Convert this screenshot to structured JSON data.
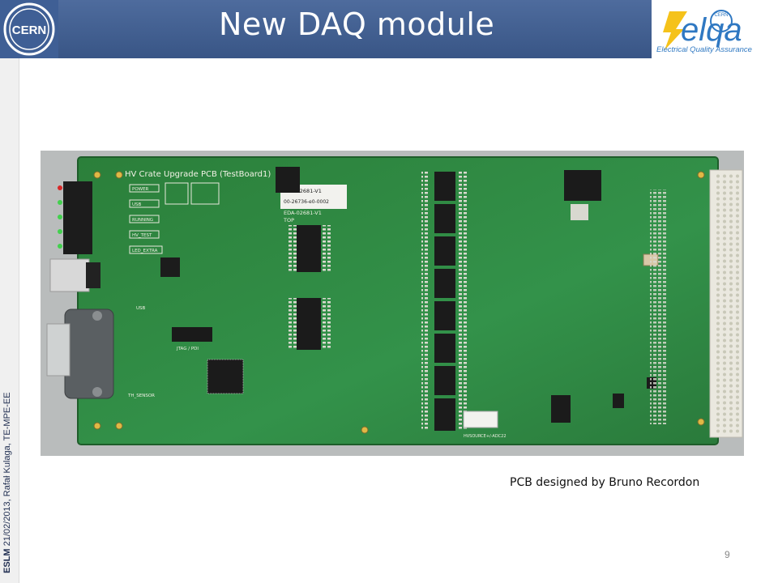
{
  "slide": {
    "title": "New DAQ module",
    "caption": "PCB designed by Bruno Recordon",
    "page_number": "9",
    "footer": {
      "event": "ESLM",
      "text": " 21/02/2013,  Rafał Kulaga, TE-MPE-EE"
    }
  },
  "logos": {
    "left": {
      "icon": "cern-logo-icon",
      "text": "CERN"
    },
    "right": {
      "icon": "elqa-logo-icon",
      "word": "elqa",
      "cern_text": "CERN",
      "tagline": "Electrical Quality Assurance"
    }
  },
  "pcb": {
    "board_title": "HV Crate Upgrade PCB (TestBoard1)",
    "part_number": "EDA-02681-V1",
    "part_code": "00-26736-e0-0002",
    "part_number_2": "EDA-02681-V1",
    "side": "TOP",
    "led_labels": [
      "POWER",
      "USB",
      "RUNNING",
      "HV_TEST",
      "LED_EXTRA"
    ],
    "labels": {
      "usb": "USB",
      "jtag": "JTAG / PDI",
      "th_sensor": "TH_SENSOR",
      "hv_source": "HVSOURCE+/-ADC22"
    }
  },
  "colors": {
    "header": "#3f5f95",
    "pcb_green": "#2e8a3e",
    "title_text": "#ffffff"
  }
}
